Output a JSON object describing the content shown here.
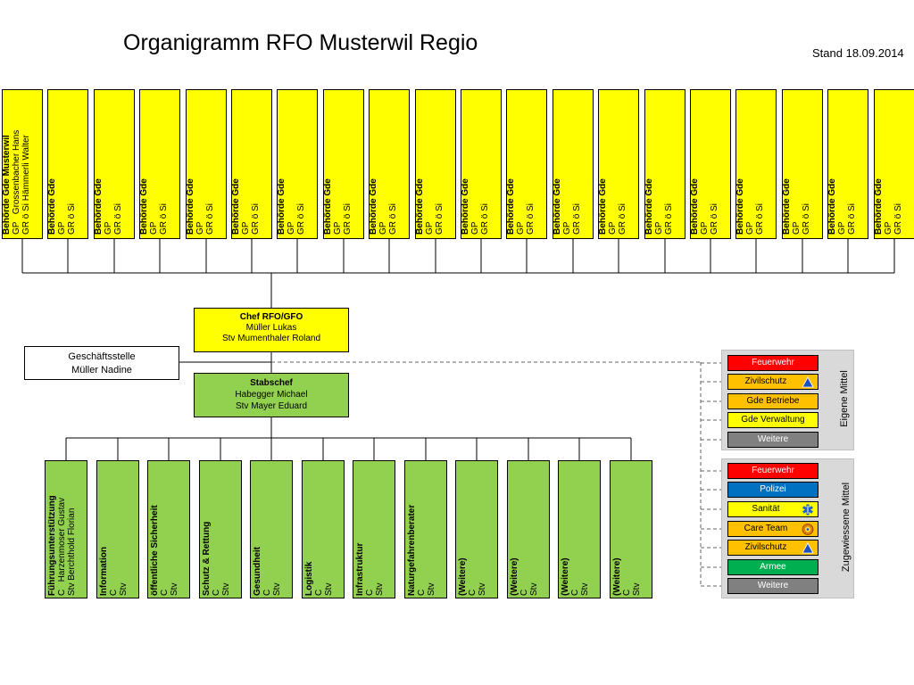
{
  "header": {
    "title": "Organigramm RFO Musterwil Regio",
    "stand": "Stand 18.09.2014"
  },
  "behoerden": [
    {
      "title": "Behörde Gde Musterwil",
      "gp": "GP",
      "gp_name": "Grossenbacher Hans",
      "st": "GR ö Si",
      "st_name": "Hämmerli Walter"
    },
    {
      "title": "Behörde Gde",
      "gp": "GP",
      "gp_name": "",
      "st": "GR ö Si",
      "st_name": ""
    },
    {
      "title": "Behörde Gde",
      "gp": "GP",
      "gp_name": "",
      "st": "GR ö Si",
      "st_name": ""
    },
    {
      "title": "Behörde Gde",
      "gp": "GP",
      "gp_name": "",
      "st": "GR ö Si",
      "st_name": ""
    },
    {
      "title": "Behörde Gde",
      "gp": "GP",
      "gp_name": "",
      "st": "GR ö Si",
      "st_name": ""
    },
    {
      "title": "Behörde Gde",
      "gp": "GP",
      "gp_name": "",
      "st": "GR ö Si",
      "st_name": ""
    },
    {
      "title": "Behörde Gde",
      "gp": "GP",
      "gp_name": "",
      "st": "GR ö Si",
      "st_name": ""
    },
    {
      "title": "Behörde Gde",
      "gp": "GP",
      "gp_name": "",
      "st": "GR ö Si",
      "st_name": ""
    },
    {
      "title": "Behörde Gde",
      "gp": "GP",
      "gp_name": "",
      "st": "GR ö Si",
      "st_name": ""
    },
    {
      "title": "Behörde Gde",
      "gp": "GP",
      "gp_name": "",
      "st": "GR ö Si",
      "st_name": ""
    },
    {
      "title": "Behörde Gde",
      "gp": "GP",
      "gp_name": "",
      "st": "GR ö Si",
      "st_name": ""
    },
    {
      "title": "Behörde Gde",
      "gp": "GP",
      "gp_name": "",
      "st": "GR ö Si",
      "st_name": ""
    },
    {
      "title": "Behörde Gde",
      "gp": "GP",
      "gp_name": "",
      "st": "GR ö Si",
      "st_name": ""
    },
    {
      "title": "Behörde Gde",
      "gp": "GP",
      "gp_name": "",
      "st": "GR ö Si",
      "st_name": ""
    },
    {
      "title": "Behörde Gde",
      "gp": "GP",
      "gp_name": "",
      "st": "GR ö Si",
      "st_name": ""
    },
    {
      "title": "Behörde Gde",
      "gp": "GP",
      "gp_name": "",
      "st": "GR ö Si",
      "st_name": ""
    },
    {
      "title": "Behörde Gde",
      "gp": "GP",
      "gp_name": "",
      "st": "GR ö Si",
      "st_name": ""
    },
    {
      "title": "Behörde Gde",
      "gp": "GP",
      "gp_name": "",
      "st": "GR ö Si",
      "st_name": ""
    },
    {
      "title": "Behörde Gde",
      "gp": "GP",
      "gp_name": "",
      "st": "GR ö Si",
      "st_name": ""
    },
    {
      "title": "Behörde Gde",
      "gp": "GP",
      "gp_name": "",
      "st": "GR ö Si",
      "st_name": ""
    }
  ],
  "chef": {
    "title": "Chef RFO/GFO",
    "name": "Müller Lukas",
    "stv": "Stv Mumenthaler Roland"
  },
  "geschaeftsstelle": {
    "title": "Geschäftsstelle",
    "name": "Müller Nadine"
  },
  "stabschef": {
    "title": "Stabschef",
    "name": "Habegger Michael",
    "stv": "Stv Mayer Eduard"
  },
  "ressorts": [
    {
      "title": "Führungsunterstützung",
      "c": "C",
      "c_name": "Harzenmoser Gustav",
      "stv": "Stv",
      "stv_name": "Berchthold Florian"
    },
    {
      "title": "Information",
      "c": "C",
      "c_name": "",
      "stv": "Stv",
      "stv_name": ""
    },
    {
      "title": "öffentliche Sicherheit",
      "c": "C",
      "c_name": "",
      "stv": "Stv",
      "stv_name": ""
    },
    {
      "title": "Schutz & Rettung",
      "c": "C",
      "c_name": "",
      "stv": "Stv",
      "stv_name": ""
    },
    {
      "title": "Gesundheit",
      "c": "C",
      "c_name": "",
      "stv": "Stv",
      "stv_name": ""
    },
    {
      "title": "Logistik",
      "c": "C",
      "c_name": "",
      "stv": "Stv",
      "stv_name": ""
    },
    {
      "title": "Infrastruktur",
      "c": "C",
      "c_name": "",
      "stv": "Stv",
      "stv_name": ""
    },
    {
      "title": "Naturgefahrenberater",
      "c": "C",
      "c_name": "",
      "stv": "Stv",
      "stv_name": ""
    },
    {
      "title": "(Weitere)",
      "c": "C",
      "c_name": "",
      "stv": "Stv",
      "stv_name": ""
    },
    {
      "title": "(Weitere)",
      "c": "C",
      "c_name": "",
      "stv": "Stv",
      "stv_name": ""
    },
    {
      "title": "(Weitere)",
      "c": "C",
      "c_name": "",
      "stv": "Stv",
      "stv_name": ""
    },
    {
      "title": "(Weitere)",
      "c": "C",
      "c_name": "",
      "stv": "Stv",
      "stv_name": ""
    }
  ],
  "eigene_mittel": {
    "label": "Eigene Mittel",
    "items": [
      {
        "label": "Feuerwehr",
        "bg": "#ff0000",
        "fg": "#ffffff",
        "icon": ""
      },
      {
        "label": "Zivilschutz",
        "bg": "#ffc000",
        "fg": "#000000",
        "icon": "zivilschutz-triangle-icon"
      },
      {
        "label": "Gde Betriebe",
        "bg": "#ffc000",
        "fg": "#000000",
        "icon": ""
      },
      {
        "label": "Gde Verwaltung",
        "bg": "#ffff00",
        "fg": "#000000",
        "icon": ""
      },
      {
        "label": "Weitere",
        "bg": "#808080",
        "fg": "#ffffff",
        "icon": ""
      }
    ]
  },
  "zugewiesene_mittel": {
    "label": "Zugewiessene Mittel",
    "items": [
      {
        "label": "Feuerwehr",
        "bg": "#ff0000",
        "fg": "#ffffff",
        "icon": ""
      },
      {
        "label": "Polizei",
        "bg": "#0070c0",
        "fg": "#ffffff",
        "icon": ""
      },
      {
        "label": "Sanität",
        "bg": "#ffff00",
        "fg": "#000000",
        "icon": "star-of-life-icon"
      },
      {
        "label": "Care Team",
        "bg": "#ffc000",
        "fg": "#000000",
        "icon": "care-team-icon"
      },
      {
        "label": "Zivilschutz",
        "bg": "#ffc000",
        "fg": "#000000",
        "icon": "zivilschutz-triangle-icon"
      },
      {
        "label": "Armee",
        "bg": "#00b050",
        "fg": "#ffffff",
        "icon": ""
      },
      {
        "label": "Weitere",
        "bg": "#808080",
        "fg": "#ffffff",
        "icon": ""
      }
    ]
  }
}
